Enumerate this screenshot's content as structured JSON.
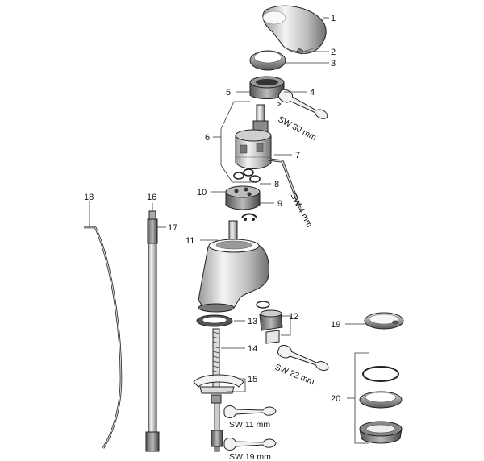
{
  "callouts": {
    "c1": "1",
    "c2": "2",
    "c3": "3",
    "c4": "4",
    "c5": "5",
    "c6": "6",
    "c7": "7",
    "c8": "8",
    "c9": "9",
    "c10": "10",
    "c11": "11",
    "c12": "12",
    "c13": "13",
    "c14": "14",
    "c15": "15",
    "c16": "16",
    "c17": "17",
    "c18": "18",
    "c19": "19",
    "c20": "20"
  },
  "wrench_sizes": {
    "sw30": "SW 30 mm",
    "sw4": "SW 4 mm",
    "sw22": "SW 22 mm",
    "sw11": "SW 11 mm",
    "sw19": "SW 19 mm"
  }
}
